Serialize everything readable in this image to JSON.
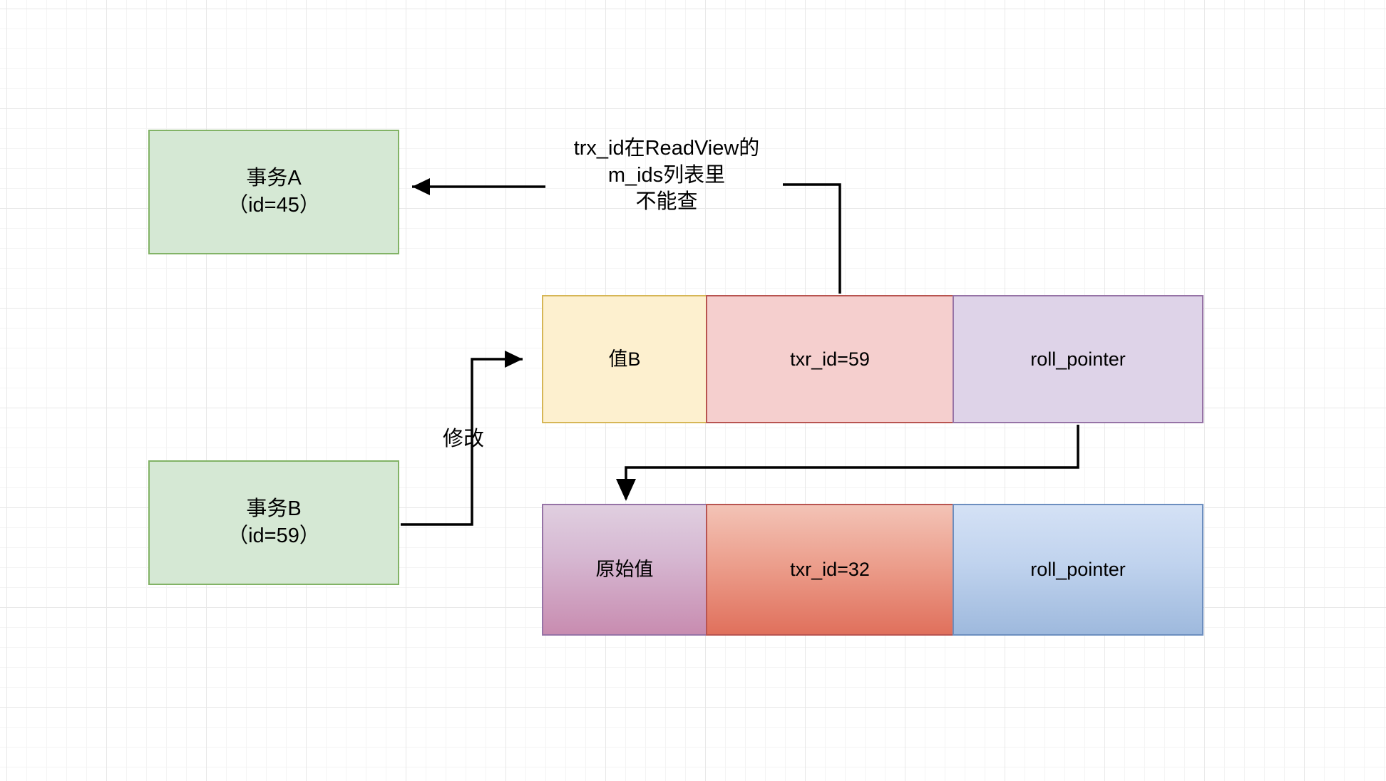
{
  "diagram": {
    "title": "MVCC ReadView visibility diagram",
    "background": "#ffffff",
    "grid_color": "#e8e8e8"
  },
  "transactions": [
    {
      "id": "txn-a",
      "label": "事务A\n（id=45）",
      "fill": "#d5e8d4",
      "stroke": "#82b366"
    },
    {
      "id": "txn-b",
      "label": "事务B\n（id=59）",
      "fill": "#d5e8d4",
      "stroke": "#82b366"
    }
  ],
  "records": [
    {
      "id": "record-new",
      "cells": [
        {
          "name": "value",
          "label": "值B",
          "fill": "#fdf0cf",
          "stroke": "#d6b656"
        },
        {
          "name": "trx-id",
          "label": "txr_id=59",
          "fill": "#f5cfce",
          "stroke": "#b85450"
        },
        {
          "name": "roll-pointer",
          "label": "roll_pointer",
          "fill": "#ded3e8",
          "stroke": "#9673a6"
        }
      ]
    },
    {
      "id": "record-old",
      "cells": [
        {
          "name": "value",
          "label": "原始值",
          "fill": "#c88cb0",
          "stroke": "#9673a6"
        },
        {
          "name": "trx-id",
          "label": "txr_id=32",
          "fill": "#e0705c",
          "stroke": "#b85450"
        },
        {
          "name": "roll-pointer",
          "label": "roll_pointer",
          "fill": "#9eb9dd",
          "stroke": "#6c8ebf"
        }
      ]
    }
  ],
  "annotations": [
    {
      "id": "readview-note",
      "label": "trx_id在ReadView的\nm_ids列表里\n不能查"
    },
    {
      "id": "modify-note",
      "label": "修改"
    }
  ],
  "edges": [
    {
      "id": "edge-note-to-txn-a",
      "from": "readview-note",
      "to": "txn-a",
      "arrow": "left"
    },
    {
      "id": "edge-txn-b-to-record-new",
      "from": "txn-b",
      "to": "record-new",
      "arrow": "right",
      "label": "修改"
    },
    {
      "id": "edge-rollpointer-to-record-old",
      "from": "record-new.roll-pointer",
      "to": "record-old",
      "arrow": "down"
    },
    {
      "id": "edge-trxid-to-note",
      "from": "record-new.trx-id",
      "to": "readview-note",
      "arrow": "none"
    }
  ]
}
